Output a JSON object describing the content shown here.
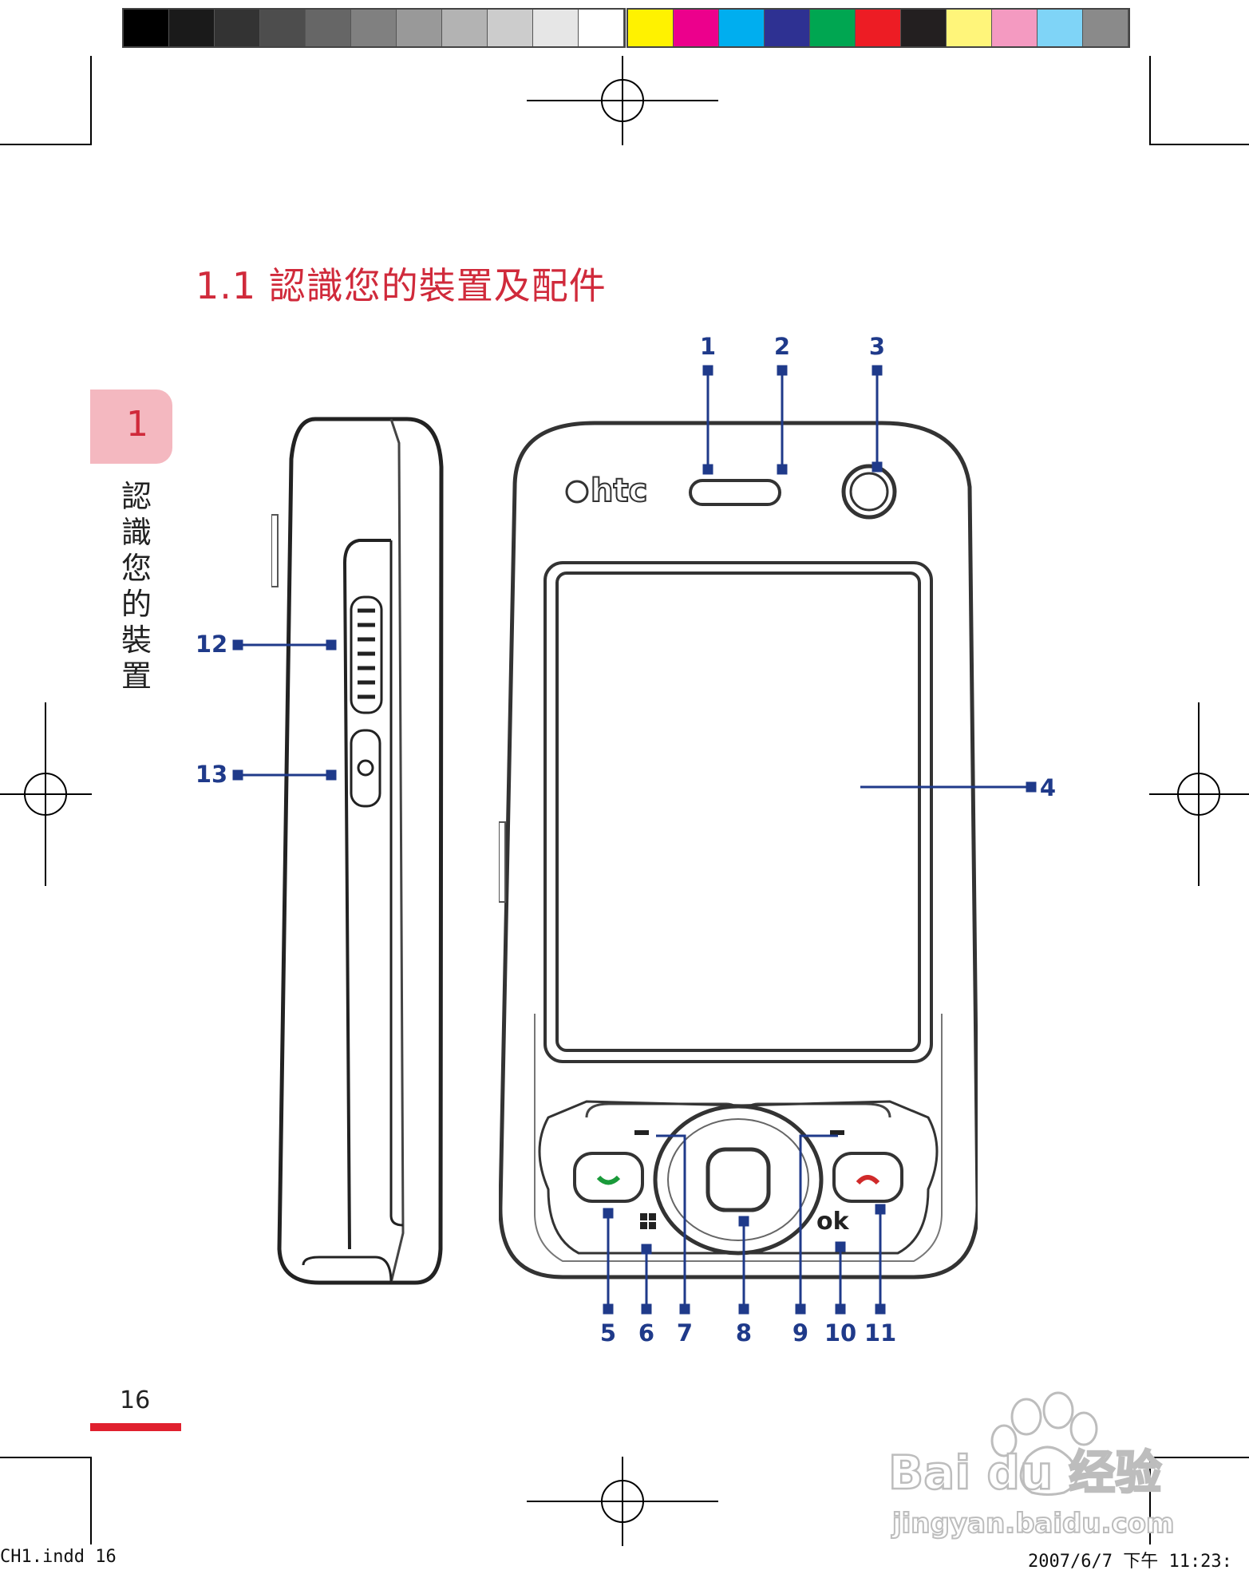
{
  "page": {
    "title": "1.1 認識您的裝置及配件",
    "chapter_number": "1",
    "chapter_label": [
      "認",
      "識",
      "您",
      "的",
      "裝",
      "置"
    ],
    "page_number": "16"
  },
  "slug": {
    "left": "CH1.indd   16",
    "right": "2007/6/7   下午 11:23:"
  },
  "device": {
    "brand": "htc",
    "callouts": [
      "1",
      "2",
      "3",
      "4",
      "5",
      "6",
      "7",
      "8",
      "9",
      "10",
      "11",
      "12",
      "13"
    ],
    "ok_key": "ok",
    "callout_color": "#1f3a8a"
  },
  "colors": {
    "accent_red": "#d02a3b",
    "tab_pink": "#f4b8c0",
    "grays": [
      "#000000",
      "#1a1a1a",
      "#333333",
      "#4d4d4d",
      "#666666",
      "#808080",
      "#999999",
      "#b3b3b3",
      "#cccccc",
      "#e6e6e6",
      "#ffffff"
    ],
    "process": [
      "#fff200",
      "#ec008c",
      "#00aeef",
      "#2e3192",
      "#00a651",
      "#ed1c24",
      "#231f20",
      "#fff57a",
      "#f49ac1",
      "#7fd4f7",
      "#8a8a8a"
    ]
  },
  "watermark": {
    "brand": "Bai du 经验",
    "url": "jingyan.baidu.com"
  }
}
